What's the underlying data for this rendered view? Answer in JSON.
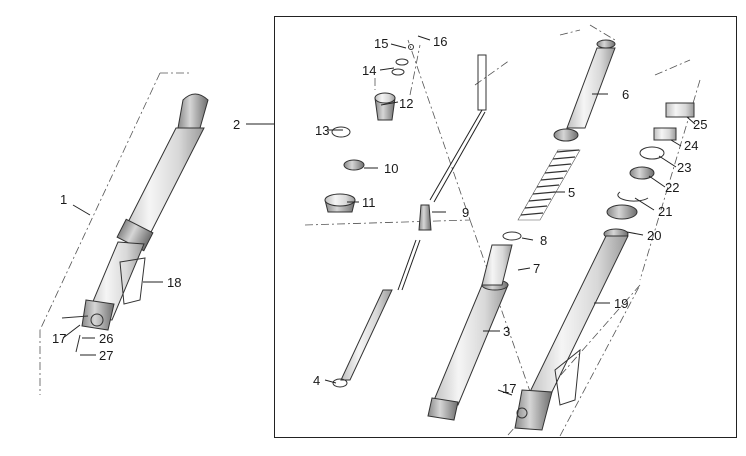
{
  "labels": {
    "l1": "1",
    "l2": "2",
    "l3": "3",
    "l4": "4",
    "l5": "5",
    "l6": "6",
    "l7": "7",
    "l8": "8",
    "l9": "9",
    "l10": "10",
    "l11": "11",
    "l12": "12",
    "l13": "13",
    "l14": "14",
    "l15": "15",
    "l16": "16",
    "l17a": "17",
    "l17b": "17",
    "l18": "18",
    "l19": "19",
    "l20": "20",
    "l21": "21",
    "l22": "22",
    "l23": "23",
    "l24": "24",
    "l25": "25",
    "l26": "26",
    "l27": "27"
  }
}
